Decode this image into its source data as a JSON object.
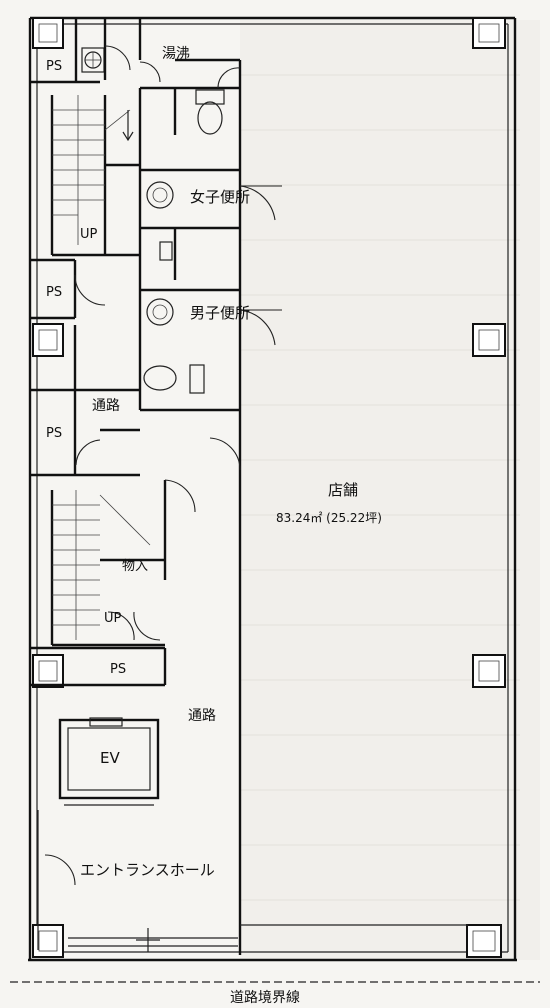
{
  "labels": {
    "ps": "PS",
    "water_heater_room": "湯沸",
    "womens_restroom": "女子便所",
    "mens_restroom": "男子便所",
    "up": "UP",
    "passage": "通路",
    "store": "店舗",
    "store_area": "83.24㎡ (25.22坪)",
    "storage": "物入",
    "elevator": "EV",
    "entrance_hall": "エントランスホール",
    "road_boundary": "道路境界線"
  },
  "icons": {
    "arrow": "down-arrow-icon"
  }
}
